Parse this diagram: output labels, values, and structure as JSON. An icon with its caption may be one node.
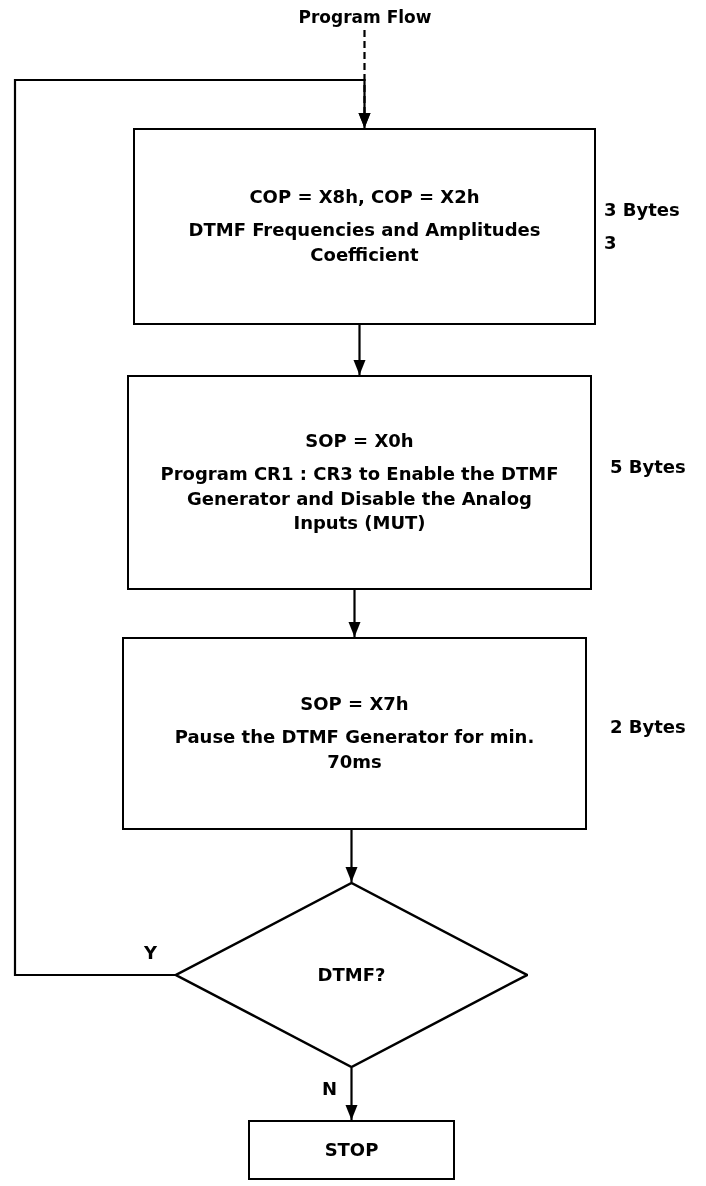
{
  "diagram": {
    "nodes": [
      {
        "text": [
          "Program Flow"
        ]
      },
      {
        "text": [
          "COP = X8h, COP = X2h",
          "DTMF Frequencies and Amplitudes Coefficient"
        ],
        "beside": [
          "3 Bytes",
          "3"
        ]
      },
      {
        "text": [
          "SOP = X0h",
          "Program CR1 : CR3 to Enable the DTMF Generator and Disable the Analog Inputs (MUT)"
        ],
        "beside": [
          "5 Bytes"
        ]
      },
      {
        "text": [
          "SOP = X7h",
          "Pause the DTMF Generator for min. 70ms"
        ],
        "beside": [
          "2 Bytes"
        ]
      },
      {
        "text": [
          "DTMF?"
        ]
      },
      {
        "text": [
          "STOP"
        ]
      }
    ],
    "edges": [
      {
        "from": 0,
        "to": 1,
        "arrow": "to",
        "style": "dashed"
      },
      {
        "from": 1,
        "to": 2,
        "arrow": "to"
      },
      {
        "from": 2,
        "to": 3,
        "arrow": "to"
      },
      {
        "from": 3,
        "to": 4,
        "arrow": "to"
      },
      {
        "from": 4,
        "to": 1,
        "arrow": "to",
        "label": "Y"
      },
      {
        "from": 4,
        "to": 5,
        "arrow": "to",
        "label": "N"
      }
    ]
  }
}
